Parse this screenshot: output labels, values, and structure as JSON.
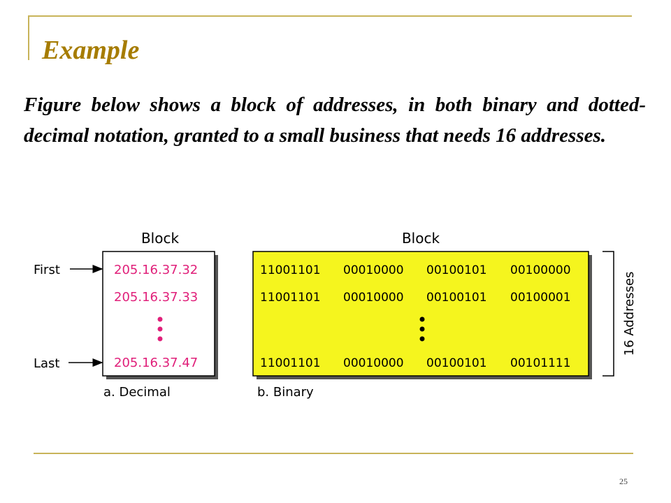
{
  "slide": {
    "title": "Example",
    "body": "Figure below shows a block of addresses, in both binary and dotted-decimal notation, granted to a small business that needs 16 addresses.",
    "page_number": "25"
  },
  "figure": {
    "decimal": {
      "heading": "Block",
      "first_label": "First",
      "last_label": "Last",
      "addresses": [
        "205.16.37.32",
        "205.16.37.33",
        "205.16.37.47"
      ],
      "caption": "a. Decimal"
    },
    "binary": {
      "heading": "Block",
      "rows": [
        [
          "11001101",
          "00010000",
          "00100101",
          "00100000"
        ],
        [
          "11001101",
          "00010000",
          "00100101",
          "00100001"
        ],
        [
          "11001101",
          "00010000",
          "00100101",
          "00101111"
        ]
      ],
      "caption": "b. Binary",
      "bracket_label": "16 Addresses"
    },
    "colors": {
      "decimal_text": "#e0207a",
      "binary_fill": "#f5f51e",
      "dots_decimal": "#e0207a",
      "dots_binary": "#000000"
    }
  }
}
